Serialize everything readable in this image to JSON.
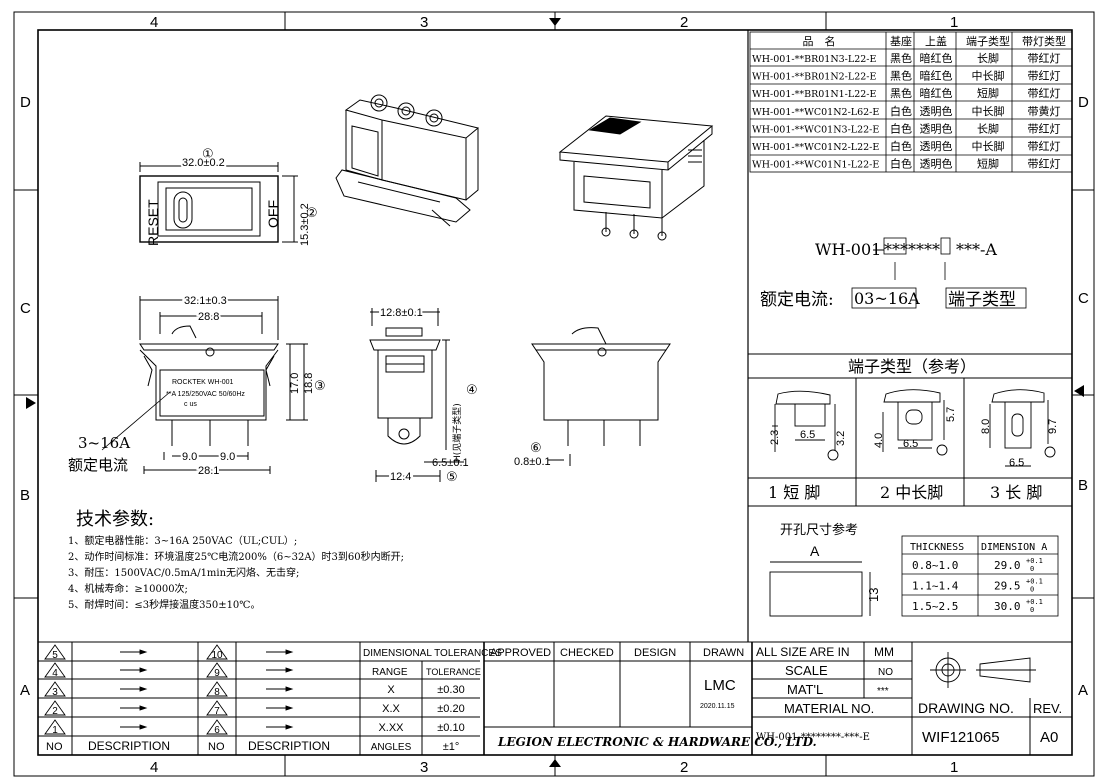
{
  "border": {
    "top_cols": [
      "4",
      "3",
      "2",
      "1"
    ],
    "bottom_cols": [
      "4",
      "3",
      "2",
      "1"
    ],
    "rows": [
      "D",
      "C",
      "B",
      "A"
    ]
  },
  "variant_table": {
    "headers": [
      "品　名",
      "基座",
      "上盖",
      "端子类型",
      "带灯类型"
    ],
    "rows": [
      [
        "WH-001-**BR01N3-L22-E",
        "黑色",
        "暗红色",
        "长脚",
        "带红灯"
      ],
      [
        "WH-001-**BR01N2-L22-E",
        "黑色",
        "暗红色",
        "中长脚",
        "带红灯"
      ],
      [
        "WH-001-**BR01N1-L22-E",
        "黑色",
        "暗红色",
        "短脚",
        "带红灯"
      ],
      [
        "WH-001-**WC01N2-L62-E",
        "白色",
        "透明色",
        "中长脚",
        "带黄灯"
      ],
      [
        "WH-001-**WC01N3-L22-E",
        "白色",
        "透明色",
        "长脚",
        "带红灯"
      ],
      [
        "WH-001-**WC01N2-L22-E",
        "白色",
        "透明色",
        "中长脚",
        "带红灯"
      ],
      [
        "WH-001-**WC01N1-L22-E",
        "白色",
        "透明色",
        "短脚",
        "带红灯"
      ]
    ]
  },
  "part_code": {
    "prefix": "WH-001",
    "boxed": "*******",
    "suffix": "***-A",
    "current_label": "额定电流:",
    "current_value": "03~16A",
    "terminal_label": "端子类型"
  },
  "terminal_types": {
    "title": "端子类型（参考）",
    "labels": [
      "1 短 脚",
      "2 中长脚",
      "3 长 脚"
    ],
    "dims": {
      "short": [
        "2.3",
        "6.5",
        "3.2"
      ],
      "mid": [
        "4.0",
        "6.5",
        "5.7"
      ],
      "long": [
        "8.0",
        "9.7",
        "6.5"
      ]
    }
  },
  "cutout": {
    "title": "开孔尺寸参考",
    "label_a": "A",
    "height": "13",
    "table_headers": [
      "THICKNESS",
      "DIMENSION A"
    ],
    "rows": [
      [
        "0.8~1.0",
        "29.0",
        "+0.1",
        "0"
      ],
      [
        "1.1~1.4",
        "29.5",
        "+0.1",
        "0"
      ],
      [
        "1.5~2.5",
        "30.0",
        "+0.1",
        "0"
      ]
    ]
  },
  "front_view": {
    "reset": "RESET",
    "off": "OFF",
    "marker1": "①",
    "marker2": "②",
    "width": "32.0±0.2",
    "height": "15.3±0.2"
  },
  "side_view": {
    "top_width": "32.1±0.3",
    "inner_width": "28.8",
    "height1": "17.0",
    "height2": "18.8",
    "marker3": "③",
    "pin_pitch_l": "9.0",
    "pin_pitch_r": "9.0",
    "bottom_width": "28.1",
    "label_brand": "ROCKTEK     WH-001",
    "label_rating": "**A  125/250VAC 50/60Hz",
    "label_cert": "c  us",
    "current_note_1": "3~16A",
    "current_note_2": "额定电流"
  },
  "end_view": {
    "top_width": "12.8±0.1",
    "marker4": "④",
    "h_note": "H(见端子类型)",
    "pin_width": "6.5±0.1",
    "marker5": "⑤",
    "base_width": "12.4"
  },
  "pin_view": {
    "marker6": "⑥",
    "thickness": "0.8±0.1"
  },
  "tech": {
    "title": "技术参数:",
    "items": [
      "1、额定电器性能：3~16A 250VAC（UL;CUL）;",
      "2、动作时间标准：环境温度25℃电流200%（6~32A）时3到60秒内断开;",
      "3、耐压：1500VAC/0.5mA/1min无闪烙、无击穿;",
      "4、机械寿命：≥10000次;",
      "5、耐焊时间：≤3秒焊接温度350±10℃。"
    ]
  },
  "title_block": {
    "rev_rows_left": [
      "5",
      "4",
      "3",
      "2",
      "1"
    ],
    "rev_rows_right": [
      "10",
      "9",
      "8",
      "7",
      "6"
    ],
    "no": "NO",
    "description": "DESCRIPTION",
    "tol_title": "DIMENSIONAL TOLERANCES",
    "tol_range": "RANGE",
    "tol_tolerance": "TOLERANCE",
    "tol_rows": [
      [
        "X",
        "±0.30"
      ],
      [
        "X.X",
        "±0.20"
      ],
      [
        "X.XX",
        "±0.10"
      ],
      [
        "ANGLES",
        "±1°"
      ]
    ],
    "approved": "APPROVED",
    "checked": "CHECKED",
    "design": "DESIGN",
    "drawn": "DRAWN",
    "drawn_by": "LMC",
    "drawn_date": "2020.11.15",
    "company": "LEGION ELECTRONIC & HARDWARE CO., LTD.",
    "all_size": "ALL SIZE ARE IN",
    "unit": "MM",
    "scale": "SCALE",
    "scale_val": "NO",
    "matl": "MAT'L",
    "matl_val": "***",
    "material_no": "MATERIAL NO.",
    "part_no": "WH-001-********-***-E",
    "drawing_no_label": "DRAWING NO.",
    "rev_label": "REV.",
    "drawing_no": "WIF121065",
    "rev": "A0"
  }
}
